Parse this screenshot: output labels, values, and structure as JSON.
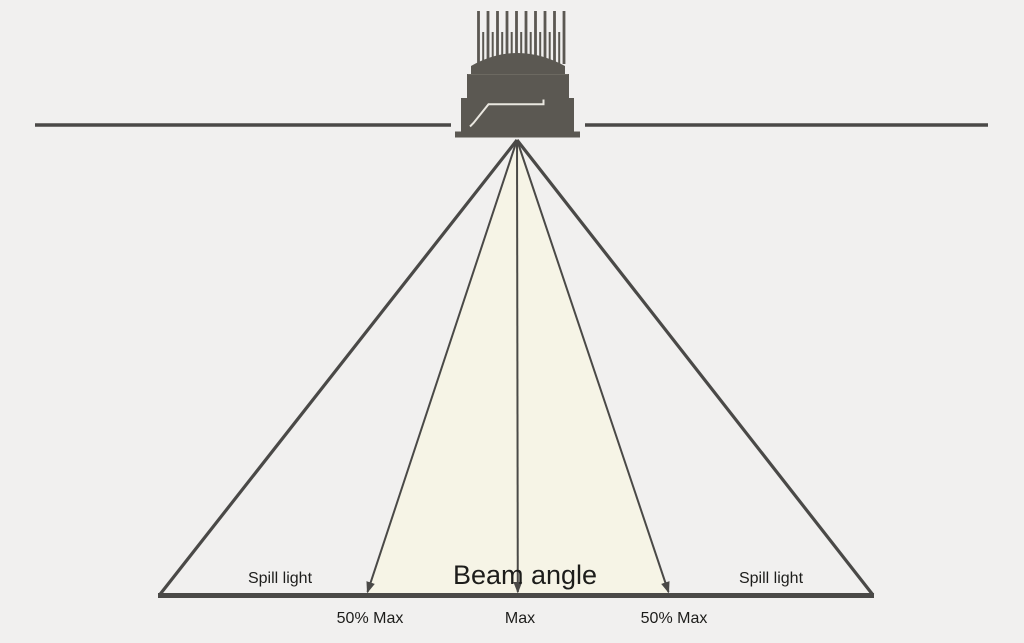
{
  "diagram": {
    "type": "beam-angle-illustration",
    "labels": {
      "spill_light_left": "Spill light",
      "beam_angle": "Beam angle",
      "spill_light_right": "Spill light",
      "half_max_left": "50% Max",
      "max_center": "Max",
      "half_max_right": "50% Max"
    },
    "icons": {
      "fixture": "recessed-downlight-heatsink-icon",
      "arrows": "down-arrowhead-icon"
    },
    "colors": {
      "background": "#f1f0ef",
      "stroke": "#4a4947",
      "fixture_body": "#5b5852",
      "fixture_detail_line": "#eae7e0",
      "beam_fill": "#f6f4e6",
      "text": "#1d1d1b"
    }
  }
}
